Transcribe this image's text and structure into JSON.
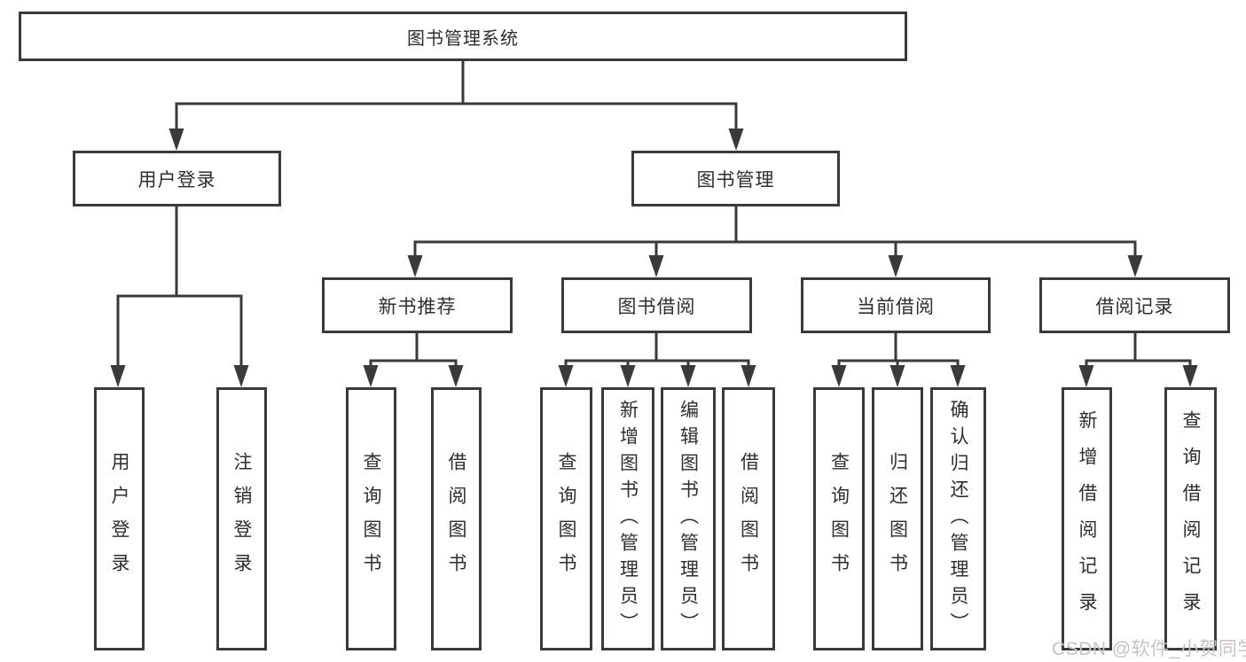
{
  "tree": {
    "root": {
      "label": "图书管理系统",
      "children": [
        {
          "label": "用户登录",
          "children": [
            {
              "label": "用户登录"
            },
            {
              "label": "注销登录"
            }
          ]
        },
        {
          "label": "图书管理",
          "children": [
            {
              "label": "新书推荐",
              "children": [
                {
                  "label": "查询图书"
                },
                {
                  "label": "借阅图书"
                }
              ]
            },
            {
              "label": "图书借阅",
              "children": [
                {
                  "label": "查询图书"
                },
                {
                  "label": "新增图书（管理员）"
                },
                {
                  "label": "编辑图书（管理员）"
                },
                {
                  "label": "借阅图书"
                }
              ]
            },
            {
              "label": "当前借阅",
              "children": [
                {
                  "label": "查询图书"
                },
                {
                  "label": "归还图书"
                },
                {
                  "label": "确认归还（管理员）"
                }
              ]
            },
            {
              "label": "借阅记录",
              "children": [
                {
                  "label": "新增借阅记录"
                },
                {
                  "label": "查询借阅记录"
                }
              ]
            }
          ]
        }
      ]
    }
  },
  "watermark": {
    "text": "CSDN @软件_小贺同学"
  },
  "colors": {
    "line": "#3a3a3a",
    "text": "#2e2e2e",
    "watermark": "#c8c2c2",
    "background": "#ffffff"
  }
}
